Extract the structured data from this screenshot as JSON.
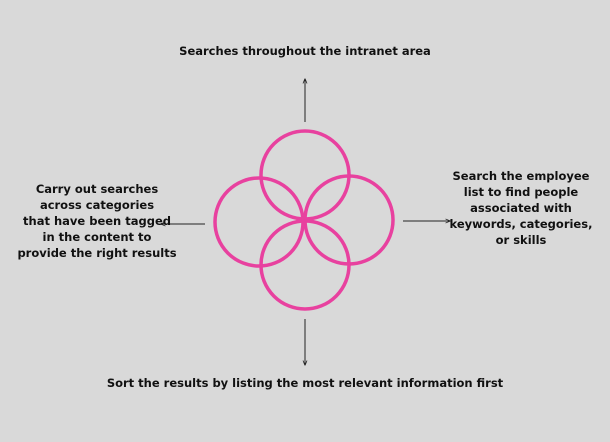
{
  "diagram": {
    "accent_color": "#e8419f",
    "arrow_color": "#222222",
    "labels": {
      "top": [
        "Searches throughout the intranet area"
      ],
      "right": [
        "Search the employee",
        "list to find people",
        "associated with",
        "keywords, categories,",
        "or skills"
      ],
      "bottom": [
        "Sort the results by listing the most relevant information first"
      ],
      "left": [
        "Carry out searches",
        "across categories",
        "that have been tagged",
        "in the content to",
        "provide the right results"
      ]
    }
  }
}
